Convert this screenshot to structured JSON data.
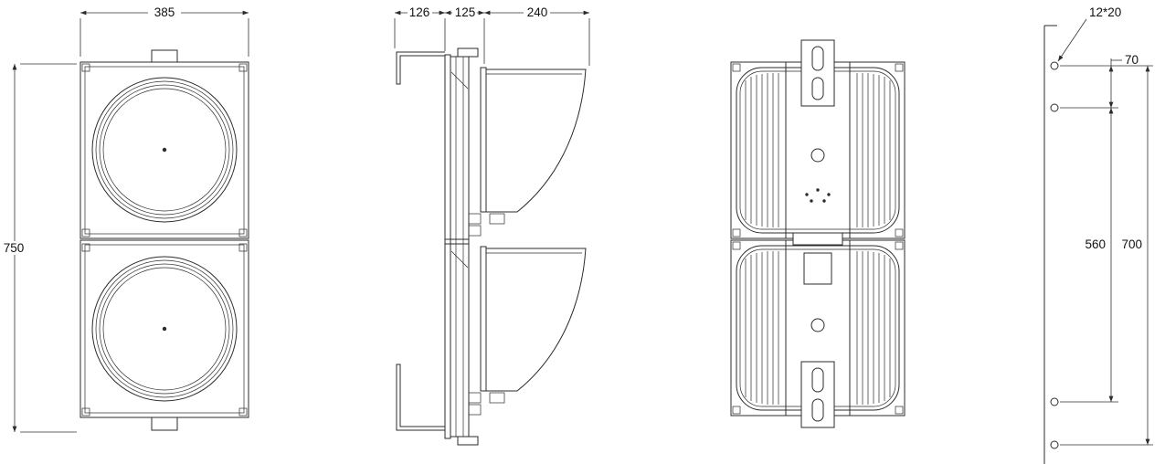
{
  "drawing": {
    "line_color": "#2b2b2b",
    "background": "#ffffff",
    "front": {
      "width_dim": "385",
      "height_dim": "750"
    },
    "side": {
      "mount_depth_dim": "126",
      "body_depth_dim": "125",
      "visor_length_dim": "240"
    },
    "mounting": {
      "hole_spec": "12*20",
      "hole_pitch_dim": "70",
      "inner_span_dim": "560",
      "outer_span_dim": "700"
    }
  }
}
